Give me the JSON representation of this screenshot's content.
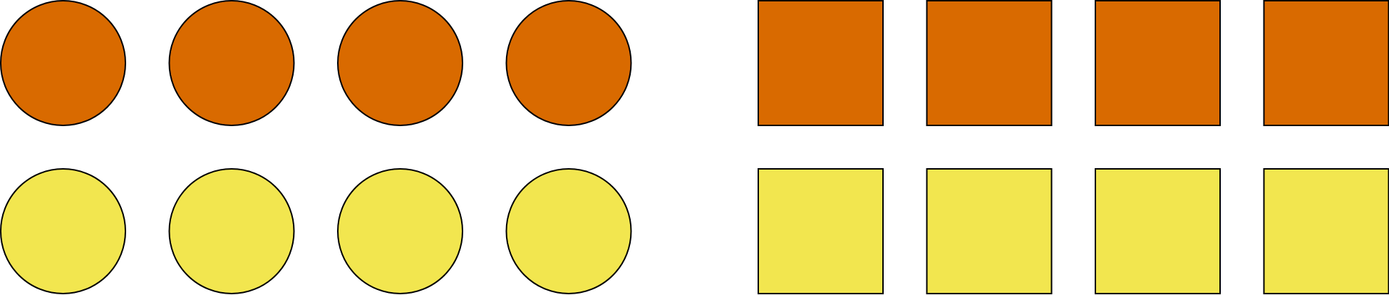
{
  "colors": {
    "orange": "#d96a00",
    "yellow": "#f2e64f",
    "outline": "#000000",
    "background": "#ffffff"
  },
  "groups": [
    {
      "id": "orange-circles",
      "shape": "circle",
      "color": "orange",
      "count": 4
    },
    {
      "id": "orange-squares",
      "shape": "square",
      "color": "orange",
      "count": 4
    },
    {
      "id": "yellow-circles",
      "shape": "circle",
      "color": "yellow",
      "count": 4
    },
    {
      "id": "yellow-squares",
      "shape": "square",
      "color": "yellow",
      "count": 4
    }
  ]
}
